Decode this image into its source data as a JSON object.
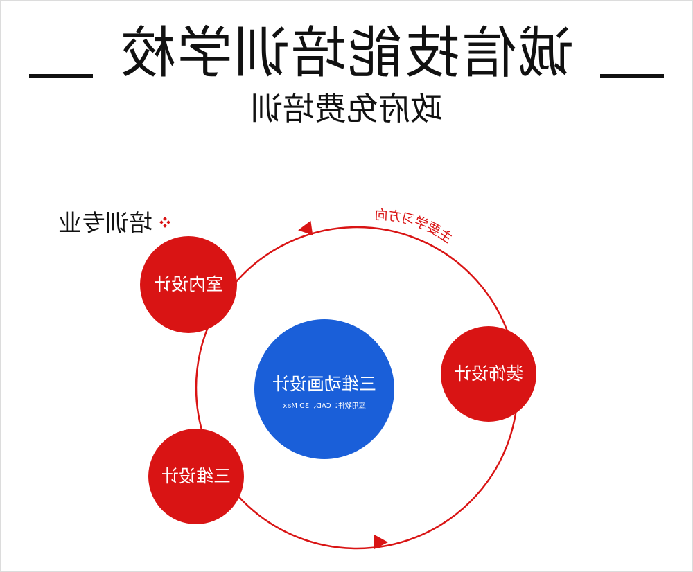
{
  "header": {
    "title": "诚信技能培训学校",
    "subtitle": "政府免费培训"
  },
  "section": {
    "title": "培训专业",
    "icon": "diamond-pattern-icon"
  },
  "diagram": {
    "arc_label": "主要学习方向",
    "center": {
      "title": "三维动画设计",
      "subtitle": "应用软件：CAD、3D Max",
      "color": "#1a5fd9"
    },
    "nodes": [
      {
        "label": "室内设计"
      },
      {
        "label": "装饰设计"
      },
      {
        "label": "三维设计"
      }
    ],
    "accent_color": "#d91414"
  }
}
